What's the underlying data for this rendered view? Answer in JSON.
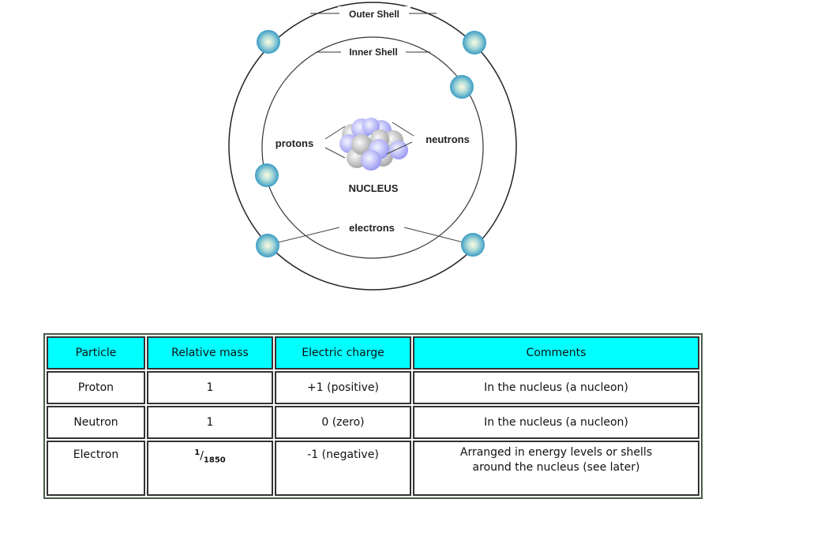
{
  "diagram": {
    "labels": {
      "outer_shell": "Outer Shell",
      "inner_shell": "Inner Shell",
      "protons": "protons",
      "neutrons": "neutrons",
      "nucleus": "NUCLEUS",
      "electrons": "electrons"
    },
    "colors": {
      "electron": "#4aa8c8",
      "proton": "#aab0ff",
      "neutron": "#c8c8c8",
      "header": "#00ffff"
    }
  },
  "table": {
    "headers": [
      "Particle",
      "Relative mass",
      "Electric charge",
      "Comments"
    ],
    "rows": [
      {
        "particle": "Proton",
        "mass": "1",
        "charge": "+1 (positive)",
        "comments": "In the nucleus (a nucleon)"
      },
      {
        "particle": "Neutron",
        "mass": "1",
        "charge": "0 (zero)",
        "comments": "In the nucleus (a nucleon)"
      },
      {
        "particle": "Electron",
        "mass_num": "1",
        "mass_den": "1850",
        "charge": "-1 (negative)",
        "comments_line1": "Arranged in energy levels or shells",
        "comments_line2": "around the nucleus (see later)"
      }
    ]
  }
}
